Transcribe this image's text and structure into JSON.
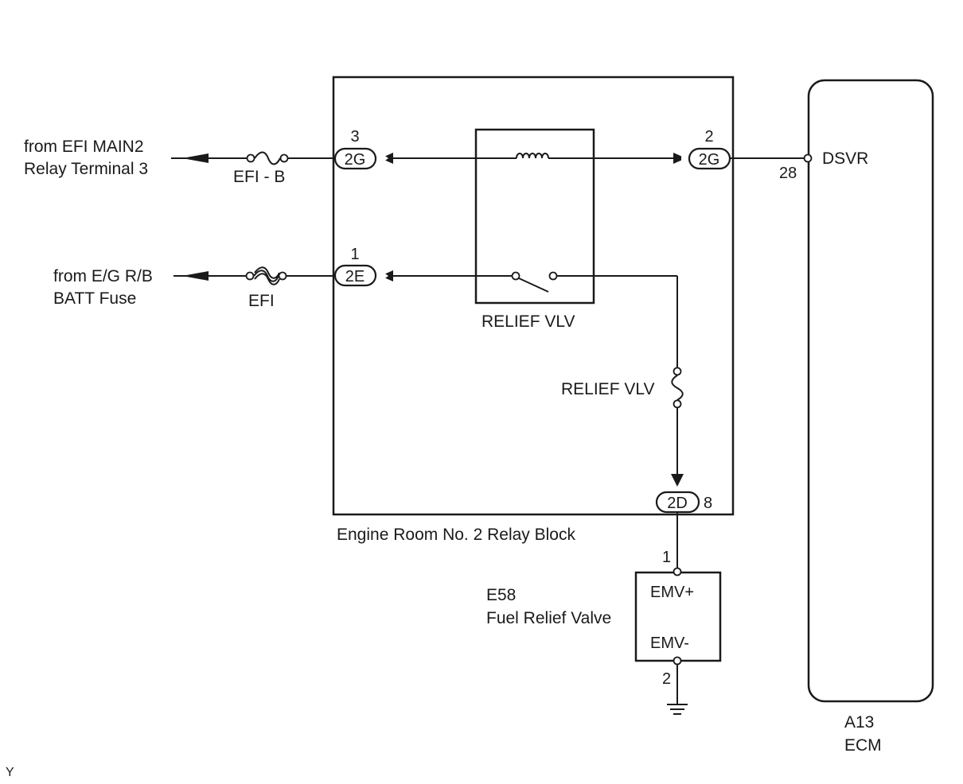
{
  "sources": {
    "efi_main2_line1": "from EFI MAIN2",
    "efi_main2_line2": "Relay Terminal 3",
    "batt_line1": "from E/G R/B",
    "batt_line2": "BATT Fuse"
  },
  "fuses": {
    "efi_b": "EFI - B",
    "efi": "EFI",
    "relief_vlv": "RELIEF VLV"
  },
  "relay_block": {
    "label": "Engine Room No. 2 Relay Block",
    "relay_label": "RELIEF VLV",
    "connectors": {
      "left_top": {
        "code": "2G",
        "pin": "3"
      },
      "right_top": {
        "code": "2G",
        "pin": "2"
      },
      "left_bottom": {
        "code": "2E",
        "pin": "1"
      },
      "bottom": {
        "code": "2D",
        "pin": "8"
      }
    }
  },
  "ecm": {
    "id": "A13",
    "name": "ECM",
    "terminal": "DSVR",
    "pin": "28"
  },
  "valve": {
    "id": "E58",
    "name": "Fuel Relief Valve",
    "pos_terminal": "EMV+",
    "neg_terminal": "EMV-",
    "pin_top": "1",
    "pin_bottom": "2"
  },
  "footer_mark": "Y"
}
